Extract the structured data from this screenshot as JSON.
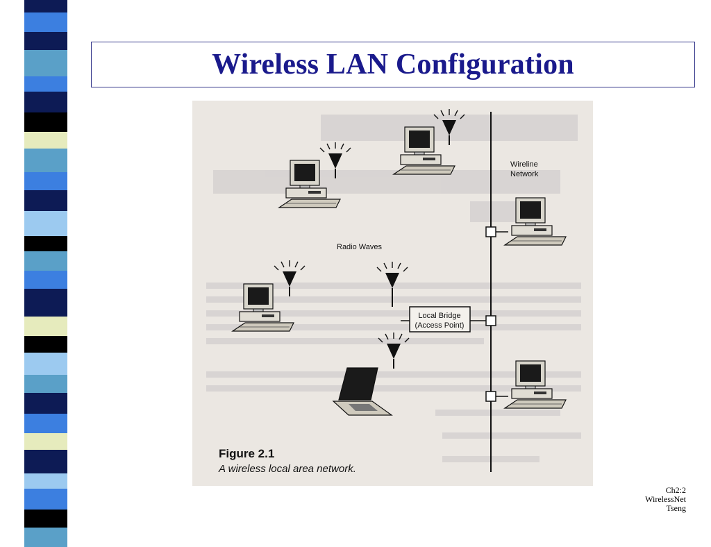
{
  "slide": {
    "title": "Wireless LAN Configuration",
    "colors": {
      "title": "#1a1a8c",
      "border": "#33358a",
      "strip": [
        "#0d1b55",
        "#3c7fe0",
        "#e6ebbd",
        "#000000",
        "#5aa0c8",
        "#9ccaf0"
      ]
    }
  },
  "figure": {
    "wireline_label_1": "Wireline",
    "wireline_label_2": "Network",
    "radio_waves_label": "Radio Waves",
    "bridge_label_1": "Local Bridge",
    "bridge_label_2": "(Access Point)",
    "caption_number": "Figure 2.1",
    "caption_text": "A wireless local area network."
  },
  "footer": {
    "line1": "Ch2:2",
    "line2": "WirelessNet",
    "line3": "Tseng"
  }
}
